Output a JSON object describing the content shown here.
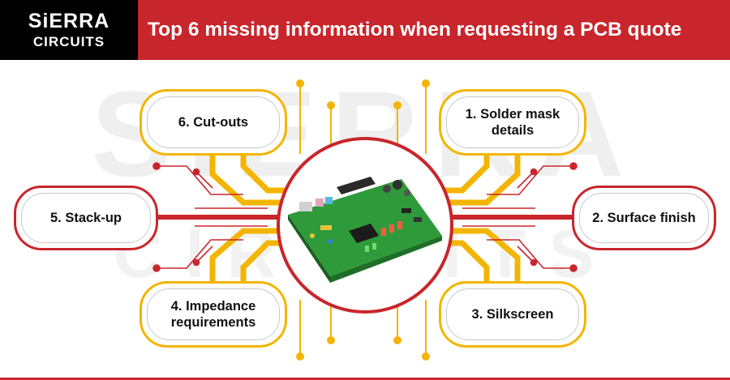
{
  "logo": {
    "line1": "SiERRA",
    "line2": "CIRCUITS"
  },
  "header": {
    "title": "Top 6 missing information when requesting a PCB quote"
  },
  "watermark": {
    "line1": "SIERRA",
    "line2": "CIRCUITS"
  },
  "items": [
    {
      "number": "1",
      "label": "1. Solder mask details"
    },
    {
      "number": "2",
      "label": "2. Surface finish"
    },
    {
      "number": "3",
      "label": "3. Silkscreen"
    },
    {
      "number": "4",
      "label": "4. Impedance requirements"
    },
    {
      "number": "5",
      "label": "5. Stack-up"
    },
    {
      "number": "6",
      "label": "6. Cut-outs"
    }
  ],
  "colors": {
    "brand_red": "#c8262c",
    "gold": "#f3b500",
    "pcb_green": "#2f9a3a",
    "logo_bg": "#000000"
  },
  "center_image": "pcb-board-photo"
}
